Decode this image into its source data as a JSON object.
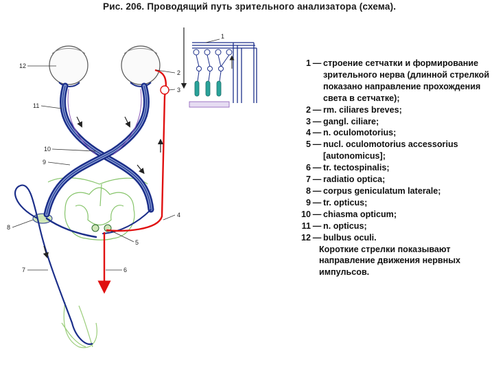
{
  "figure": {
    "title": "Рис. 206. Проводящий путь зрительного анализатора (схема)."
  },
  "diagram_labels": [
    "1",
    "2",
    "3",
    "4",
    "5",
    "6",
    "7",
    "8",
    "9",
    "10",
    "11",
    "12"
  ],
  "legend": {
    "items": [
      {
        "num": "1",
        "text": "строение сетчатки и формирование зрительного нерва (длинной стрелкой показано направление прохождения света в сетчатке);"
      },
      {
        "num": "2",
        "text": "rm. ciliares breves;"
      },
      {
        "num": "3",
        "text": "gangl. ciliare;"
      },
      {
        "num": "4",
        "text": "n. oculomotorius;"
      },
      {
        "num": "5",
        "text": "nucl. oculomotorius accessorius [autonomicus];"
      },
      {
        "num": "6",
        "text": "tr. tectospinalis;"
      },
      {
        "num": "7",
        "text": "radiatio optica;"
      },
      {
        "num": "8",
        "text": "corpus geniculatum laterale;"
      },
      {
        "num": "9",
        "text": "tr. opticus;"
      },
      {
        "num": "10",
        "text": "chiasma opticum;"
      },
      {
        "num": "11",
        "text": "n. opticus;"
      },
      {
        "num": "12",
        "text": "bulbus oculi."
      }
    ],
    "note": "Короткие стрелки показывают направление движения нервных импульсов."
  },
  "colors": {
    "nerve_blue": "#1c2f8a",
    "nerve_light": "#8ea4d8",
    "motor_red": "#e01010",
    "brain_green": "#86c46a",
    "retina_teal": "#2aa39a",
    "retina_purple": "#8a5ab8"
  }
}
